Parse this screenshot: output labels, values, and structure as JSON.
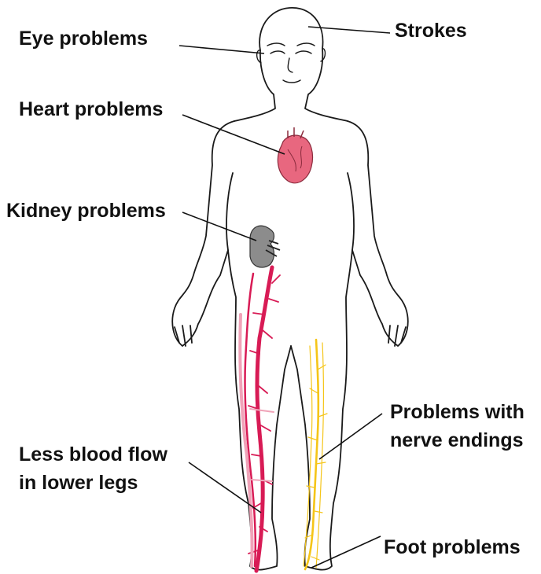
{
  "labels": {
    "eye": "Eye problems",
    "strokes": "Strokes",
    "heart": "Heart problems",
    "kidney": "Kidney problems",
    "nerve_line1": "Problems with",
    "nerve_line2": "nerve endings",
    "blood_line1": "Less blood flow",
    "blood_line2": "in lower legs",
    "foot": "Foot problems"
  },
  "colors": {
    "outline": "#1a1a1a",
    "heart": "#e8677f",
    "kidney": "#8c8c8c",
    "artery": "#d81b55",
    "artery_light": "#f0a3b8",
    "nerve": "#f5c518"
  },
  "icons": {
    "heart": "heart-organ-icon",
    "kidney": "kidney-organ-icon"
  }
}
